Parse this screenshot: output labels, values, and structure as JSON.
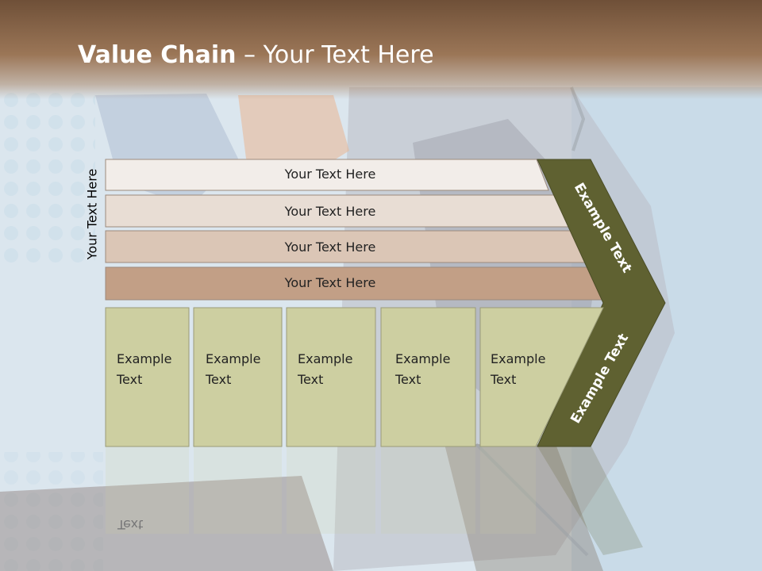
{
  "slide": {
    "title_bold": "Value Chain",
    "title_rest": " – Your Text Here",
    "side_label": "Your Text Here"
  },
  "support_rows": [
    {
      "label": "Your Text Here",
      "color": "#f2ede9"
    },
    {
      "label": "Your Text Here",
      "color": "#e8ddd4"
    },
    {
      "label": "Your Text Here",
      "color": "#dbc6b6"
    },
    {
      "label": "Your Text Here",
      "color": "#c29f86"
    }
  ],
  "primary_boxes": [
    {
      "line1": "Example",
      "line2": "Text"
    },
    {
      "line1": "Example",
      "line2": "Text"
    },
    {
      "line1": "Example",
      "line2": "Text"
    },
    {
      "line1": "Example",
      "line2": "Text"
    },
    {
      "line1": "Example",
      "line2": "Text"
    }
  ],
  "margin_upper": "Example Text",
  "margin_lower": "Example Text",
  "colors": {
    "box_fill": "#cdcfa1",
    "chevron_fill": "#5f6131",
    "title_bar": "#8a6549"
  }
}
